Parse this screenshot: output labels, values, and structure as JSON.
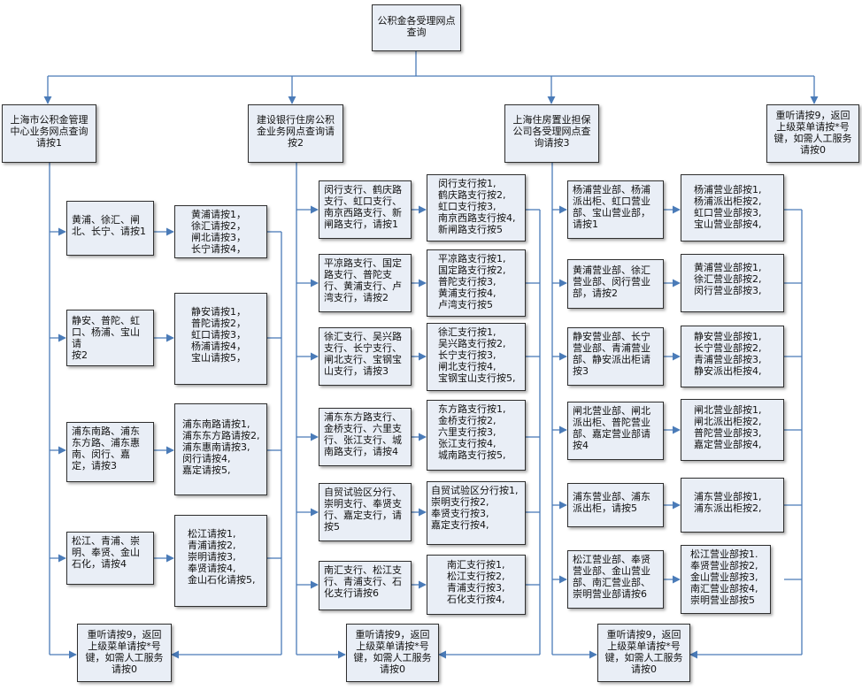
{
  "root": "公积金各受理网点\n查询",
  "branches": [
    {
      "title": "上海市公积金管理\n中心业务网点查询\n请按1",
      "items": [
        {
          "menu": "黄浦、徐汇、闸\n北、长宁、请按1",
          "options": "黄浦请按1，\n徐汇请按2，\n闸北请按3，\n长宁请按4，"
        },
        {
          "menu": "静安、普陀、虹\n口、杨浦、宝山请\n按2",
          "options": "静安请按1，\n普陀请按2，\n虹口请按3，\n杨浦请按4，\n宝山请按5，"
        },
        {
          "menu": "浦东南路、浦东\n东方路、浦东惠\n南、闵行、嘉\n定，请按3",
          "options": "浦东南路请按1,\n浦东东方路请按2,\n浦东惠南请按3,\n闵行请按4,\n嘉定请按5,"
        },
        {
          "menu": "松江、青浦、崇\n明、奉贤、金山\n石化，请按4",
          "options": "松江请按1,\n青浦请按2,\n崇明请按3,\n奉贤请按4,\n金山石化请按5,"
        }
      ],
      "footer": "重听请按9，返回\n上级菜单请按*号\n键，如需人工服务\n请按0"
    },
    {
      "title": "建设银行住房公积\n金业务网点查询请\n按2",
      "items": [
        {
          "menu": "闵行支行、鹤庆路\n支行、虹口支行、\n南京西路支行、新\n闸路支行，请按1",
          "options": "闵行支行按1,\n鹤庆路支行按2,\n虹口支行按3,\n南京西路支行按4,\n新闸路支行按5"
        },
        {
          "menu": "平凉路支行、国定\n路支行、普陀支\n行、黄浦支行、卢\n湾支行，请按2",
          "options": "平凉路支行按1,\n国定路支行按2,\n普陀支行按3,\n黄浦支行按4,\n卢湾支行按5"
        },
        {
          "menu": "徐汇支行、吴兴路\n支行、长宁支行、\n闸北支行、宝钢宝\n山支行，请按3",
          "options": "徐汇支行按1,\n吴兴路支行按2,\n长宁支行按3,\n闸北支行按4,\n宝钢宝山支行按5,"
        },
        {
          "menu": "浦东东方路支行、\n金桥支行、六里支\n行、张江支行、城\n南路支行，请按4",
          "options": "东方路支行按1,\n金桥支行按2,\n六里支行按3,\n张江支行按4,\n城南路支行按5,"
        },
        {
          "menu": "自贸试验区分行、\n崇明支行、奉贤支\n行、嘉定支行，请\n按5",
          "options": "自贸试验区分行按1,\n崇明支行按2,\n奉贤支行按3,\n嘉定支行按4,"
        },
        {
          "menu": "南汇支行、松江支\n行、青浦支行、石\n化支行请按6",
          "options": "南汇支行按1,\n松江支行按2,\n青浦支行按3,\n石化支行按4,"
        }
      ],
      "footer": "重听请按9，返回\n上级菜单请按*号\n键，如需人工服务\n请按0"
    },
    {
      "title": "上海住房置业担保\n公司各受理网点查\n询请按3",
      "items": [
        {
          "menu": "杨浦营业部、杨浦\n派出柜、虹口营业\n部、宝山营业部，\n请按1",
          "options": "杨浦营业部按1,\n杨浦派出柜按2,\n虹口营业部按3,\n宝山营业部按4,"
        },
        {
          "menu": "黄浦营业部、徐汇\n营业部、闵行营业\n部，请按2",
          "options": "黄浦营业部按1,\n徐汇营业部按2,\n闵行营业部按3,"
        },
        {
          "menu": "静安营业部、长宁\n营业部、青浦营业\n部、静安派出柜请\n按3",
          "options": "静安营业部按1,\n长宁营业部按2,\n青浦营业部按3,\n静安派出柜按4,"
        },
        {
          "menu": "闸北营业部、闸北\n派出柜、普陀营业\n部、嘉定营业部请\n按4",
          "options": "闸北营业部按1,\n闸北派出柜按2,\n普陀营业部按3,\n嘉定营业部按4,"
        },
        {
          "menu": "浦东营业部、浦东\n派出柜，请按5",
          "options": "浦东营业部按1,\n浦东派出柜按2,"
        },
        {
          "menu": "松江营业部、奉贤\n营业部、金山营业\n部、南汇营业部、\n崇明营业部请按6",
          "options": "松江营业部按1.\n奉贤营业部按2,\n金山营业部按3,\n南汇营业部按4,\n崇明营业部按5"
        }
      ],
      "footer": "重听请按9，返回\n上级菜单请按*号\n键，如需人工服务\n请按0"
    },
    {
      "title": "重听请按9，返回\n上级菜单请按*号\n键，如需人工服务\n请按0"
    }
  ]
}
